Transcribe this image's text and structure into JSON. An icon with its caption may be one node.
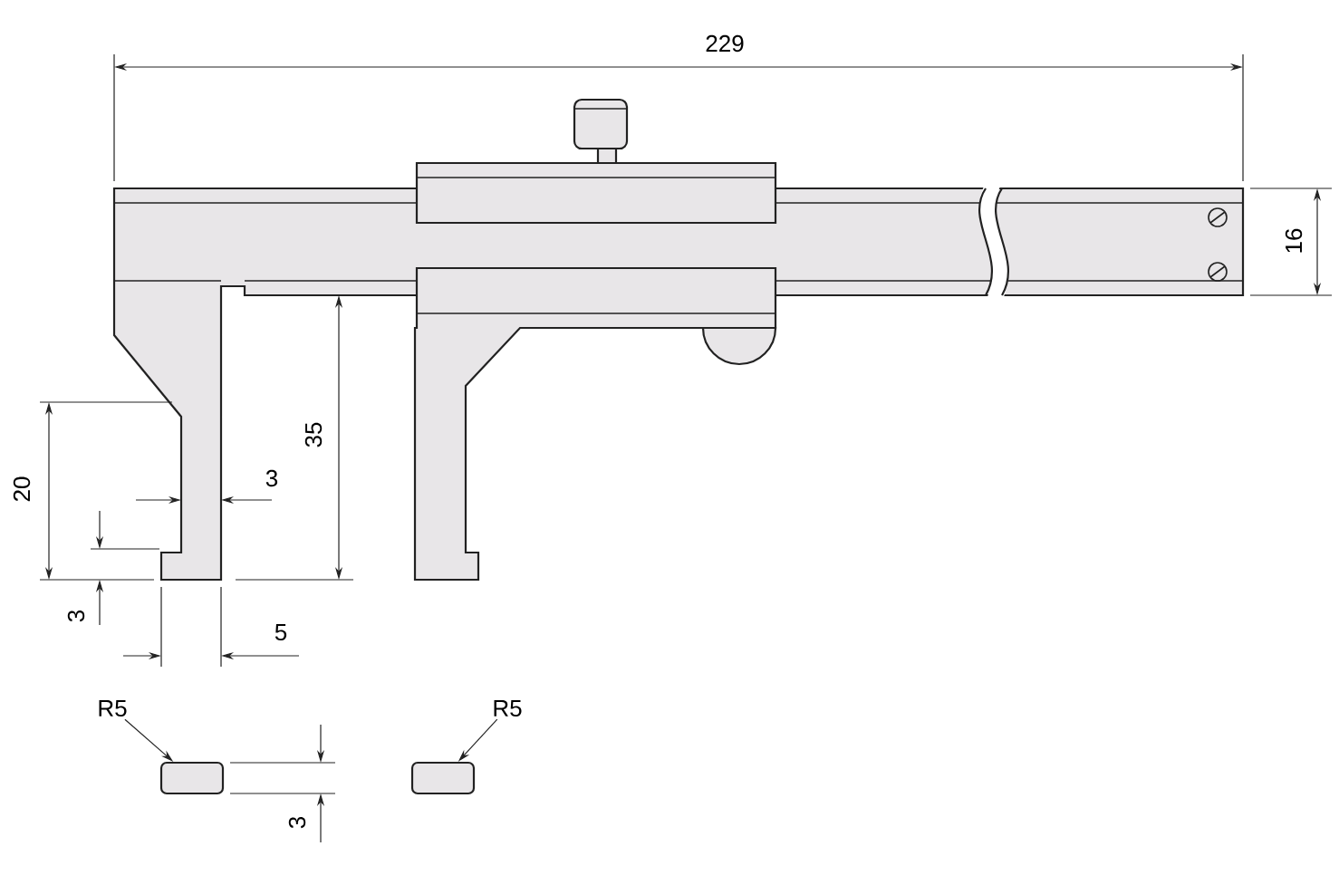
{
  "diagram": {
    "nodes": [
      {
        "text": [
          "R5"
        ]
      },
      {
        "text": [],
        "shape": "box"
      },
      {
        "text": [
          "R5"
        ]
      },
      {
        "text": [],
        "shape": "box"
      }
    ],
    "edges": [
      {
        "from": 0,
        "to": 1,
        "arrow": "to"
      },
      {
        "from": 2,
        "to": 3,
        "arrow": "to"
      }
    ],
    "labels": [
      "229",
      "16",
      "35",
      "3",
      "20",
      "3",
      "5",
      "3"
    ]
  }
}
